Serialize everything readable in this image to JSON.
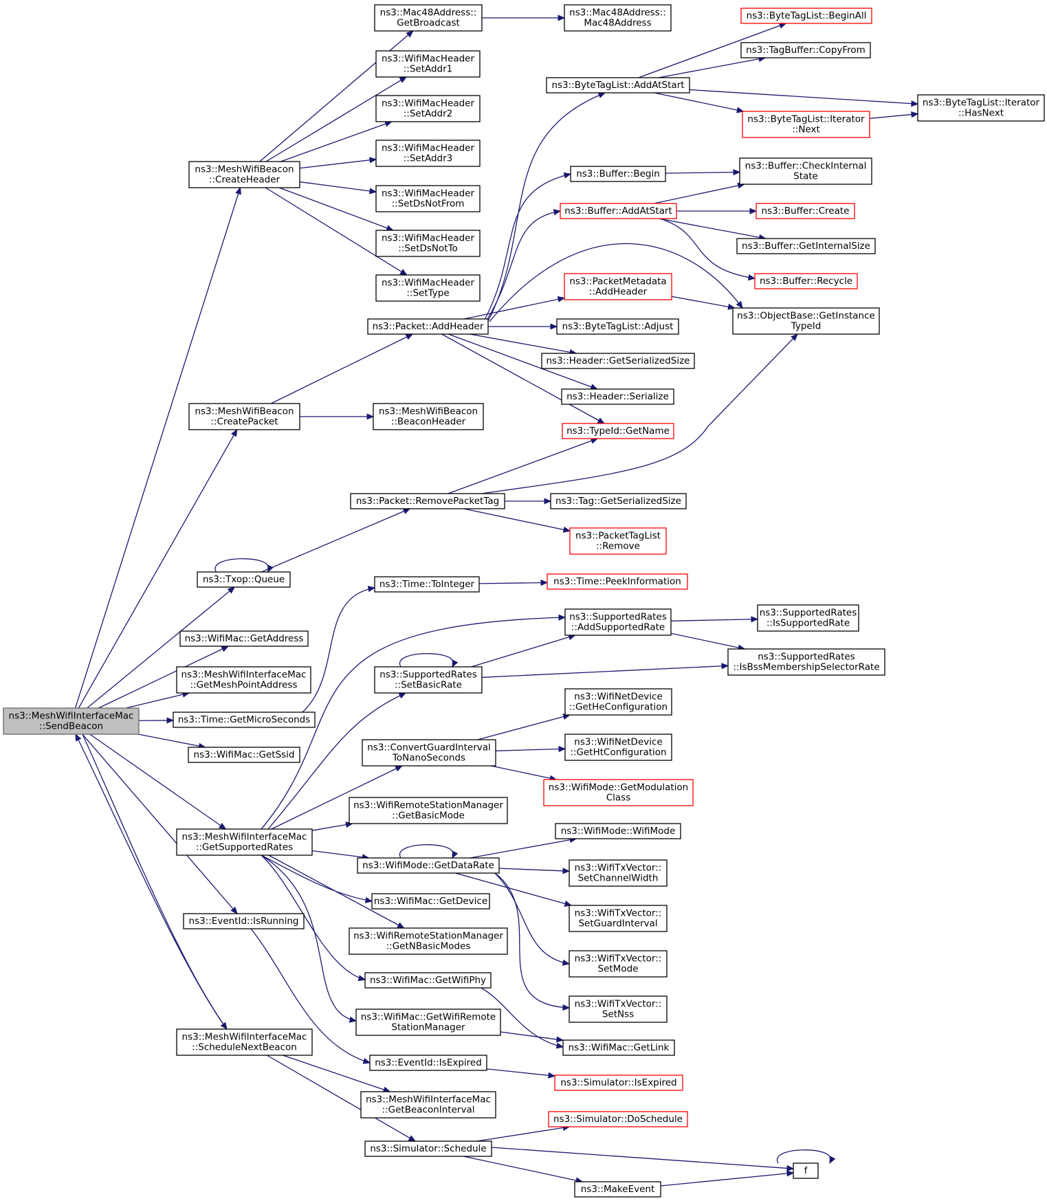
{
  "diagram": {
    "nodes": [
      {
        "id": "root",
        "lines": [
          "ns3::MeshWifiInterfaceMac",
          "::SendBeacon"
        ],
        "style": "root"
      },
      {
        "id": "createHeader",
        "lines": [
          "ns3::MeshWifiBeacon",
          "::CreateHeader"
        ],
        "style": "normal"
      },
      {
        "id": "getBroadcast",
        "lines": [
          "ns3::Mac48Address::",
          "GetBroadcast"
        ],
        "style": "normal"
      },
      {
        "id": "mac48Ctor",
        "lines": [
          "ns3::Mac48Address::",
          "Mac48Address"
        ],
        "style": "normal"
      },
      {
        "id": "setAddr1",
        "lines": [
          "ns3::WifiMacHeader",
          "::SetAddr1"
        ],
        "style": "normal"
      },
      {
        "id": "setAddr2",
        "lines": [
          "ns3::WifiMacHeader",
          "::SetAddr2"
        ],
        "style": "normal"
      },
      {
        "id": "setAddr3",
        "lines": [
          "ns3::WifiMacHeader",
          "::SetAddr3"
        ],
        "style": "normal"
      },
      {
        "id": "setDsNotFrom",
        "lines": [
          "ns3::WifiMacHeader",
          "::SetDsNotFrom"
        ],
        "style": "normal"
      },
      {
        "id": "setDsNotTo",
        "lines": [
          "ns3::WifiMacHeader",
          "::SetDsNotTo"
        ],
        "style": "normal"
      },
      {
        "id": "setType",
        "lines": [
          "ns3::WifiMacHeader",
          "::SetType"
        ],
        "style": "normal"
      },
      {
        "id": "createPacket",
        "lines": [
          "ns3::MeshWifiBeacon",
          "::CreatePacket"
        ],
        "style": "normal"
      },
      {
        "id": "beaconHeader",
        "lines": [
          "ns3::MeshWifiBeacon",
          "::BeaconHeader"
        ],
        "style": "normal"
      },
      {
        "id": "addHeader",
        "lines": [
          "ns3::Packet::AddHeader"
        ],
        "style": "normal"
      },
      {
        "id": "btlAddAtStart",
        "lines": [
          "ns3::ByteTagList::AddAtStart"
        ],
        "style": "normal"
      },
      {
        "id": "btlBeginAll",
        "lines": [
          "ns3::ByteTagList::BeginAll"
        ],
        "style": "red"
      },
      {
        "id": "tagBufferCopyFrom",
        "lines": [
          "ns3::TagBuffer::CopyFrom"
        ],
        "style": "normal"
      },
      {
        "id": "btlIterHasNext",
        "lines": [
          "ns3::ByteTagList::Iterator",
          "::HasNext"
        ],
        "style": "normal"
      },
      {
        "id": "btlIterNext",
        "lines": [
          "ns3::ByteTagList::Iterator",
          "::Next"
        ],
        "style": "red"
      },
      {
        "id": "bufferBegin",
        "lines": [
          "ns3::Buffer::Begin"
        ],
        "style": "normal"
      },
      {
        "id": "bufferCheckInternalState",
        "lines": [
          "ns3::Buffer::CheckInternal",
          "State"
        ],
        "style": "normal"
      },
      {
        "id": "bufferAddAtStart",
        "lines": [
          "ns3::Buffer::AddAtStart"
        ],
        "style": "red"
      },
      {
        "id": "bufferCreate",
        "lines": [
          "ns3::Buffer::Create"
        ],
        "style": "red"
      },
      {
        "id": "bufferGetInternalSize",
        "lines": [
          "ns3::Buffer::GetInternalSize"
        ],
        "style": "normal"
      },
      {
        "id": "bufferRecycle",
        "lines": [
          "ns3::Buffer::Recycle"
        ],
        "style": "red"
      },
      {
        "id": "pmAddHeader",
        "lines": [
          "ns3::PacketMetadata",
          "::AddHeader"
        ],
        "style": "red"
      },
      {
        "id": "objGetInstanceTypeId",
        "lines": [
          "ns3::ObjectBase::GetInstance",
          "TypeId"
        ],
        "style": "normal"
      },
      {
        "id": "btlAdjust",
        "lines": [
          "ns3::ByteTagList::Adjust"
        ],
        "style": "normal"
      },
      {
        "id": "headerGetSerializedSize",
        "lines": [
          "ns3::Header::GetSerializedSize"
        ],
        "style": "normal"
      },
      {
        "id": "headerSerialize",
        "lines": [
          "ns3::Header::Serialize"
        ],
        "style": "normal"
      },
      {
        "id": "typeIdGetName",
        "lines": [
          "ns3::TypeId::GetName"
        ],
        "style": "red"
      },
      {
        "id": "removePacketTag",
        "lines": [
          "ns3::Packet::RemovePacketTag"
        ],
        "style": "normal"
      },
      {
        "id": "tagGetSerializedSize",
        "lines": [
          "ns3::Tag::GetSerializedSize"
        ],
        "style": "normal"
      },
      {
        "id": "ptlRemove",
        "lines": [
          "ns3::PacketTagList",
          "::Remove"
        ],
        "style": "red"
      },
      {
        "id": "txopQueue",
        "lines": [
          "ns3::Txop::Queue"
        ],
        "style": "normal"
      },
      {
        "id": "timeToInteger",
        "lines": [
          "ns3::Time::ToInteger"
        ],
        "style": "normal"
      },
      {
        "id": "timePeekInformation",
        "lines": [
          "ns3::Time::PeekInformation"
        ],
        "style": "red"
      },
      {
        "id": "wifiMacGetAddress",
        "lines": [
          "ns3::WifiMac::GetAddress"
        ],
        "style": "normal"
      },
      {
        "id": "srAddSupportedRate",
        "lines": [
          "ns3::SupportedRates",
          "::AddSupportedRate"
        ],
        "style": "normal"
      },
      {
        "id": "srIsSupportedRate",
        "lines": [
          "ns3::SupportedRates",
          "::IsSupportedRate"
        ],
        "style": "normal"
      },
      {
        "id": "getMeshPointAddress",
        "lines": [
          "ns3::MeshWifiInterfaceMac",
          "::GetMeshPointAddress"
        ],
        "style": "normal"
      },
      {
        "id": "srSetBasicRate",
        "lines": [
          "ns3::SupportedRates",
          "::SetBasicRate"
        ],
        "style": "normal"
      },
      {
        "id": "srIsBssMembership",
        "lines": [
          "ns3::SupportedRates",
          "::IsBssMembershipSelectorRate"
        ],
        "style": "normal"
      },
      {
        "id": "timeGetMicroSeconds",
        "lines": [
          "ns3::Time::GetMicroSeconds"
        ],
        "style": "normal"
      },
      {
        "id": "wndGetHeConfiguration",
        "lines": [
          "ns3::WifiNetDevice",
          "::GetHeConfiguration"
        ],
        "style": "normal"
      },
      {
        "id": "convertGuardInterval",
        "lines": [
          "ns3::ConvertGuardInterval",
          "ToNanoSeconds"
        ],
        "style": "normal"
      },
      {
        "id": "wndGetHtConfiguration",
        "lines": [
          "ns3::WifiNetDevice",
          "::GetHtConfiguration"
        ],
        "style": "normal"
      },
      {
        "id": "wifiMacGetSsid",
        "lines": [
          "ns3::WifiMac::GetSsid"
        ],
        "style": "normal"
      },
      {
        "id": "wifiModeGetModulationClass",
        "lines": [
          "ns3::WifiMode::GetModulation",
          "Class"
        ],
        "style": "red"
      },
      {
        "id": "wrsmGetBasicMode",
        "lines": [
          "ns3::WifiRemoteStationManager",
          "::GetBasicMode"
        ],
        "style": "normal"
      },
      {
        "id": "wifiModeCtor",
        "lines": [
          "ns3::WifiMode::WifiMode"
        ],
        "style": "normal"
      },
      {
        "id": "getSupportedRates",
        "lines": [
          "ns3::MeshWifiInterfaceMac",
          "::GetSupportedRates"
        ],
        "style": "normal"
      },
      {
        "id": "wifiModeGetDataRate",
        "lines": [
          "ns3::WifiMode::GetDataRate"
        ],
        "style": "normal"
      },
      {
        "id": "txvSetChannelWidth",
        "lines": [
          "ns3::WifiTxVector::",
          "SetChannelWidth"
        ],
        "style": "normal"
      },
      {
        "id": "wifiMacGetDevice",
        "lines": [
          "ns3::WifiMac::GetDevice"
        ],
        "style": "normal"
      },
      {
        "id": "txvSetGuardInterval",
        "lines": [
          "ns3::WifiTxVector::",
          "SetGuardInterval"
        ],
        "style": "normal"
      },
      {
        "id": "eventIdIsRunning",
        "lines": [
          "ns3::EventId::IsRunning"
        ],
        "style": "normal"
      },
      {
        "id": "wrsmGetNBasicModes",
        "lines": [
          "ns3::WifiRemoteStationManager",
          "::GetNBasicModes"
        ],
        "style": "normal"
      },
      {
        "id": "txvSetMode",
        "lines": [
          "ns3::WifiTxVector::",
          "SetMode"
        ],
        "style": "normal"
      },
      {
        "id": "wifiMacGetWifiPhy",
        "lines": [
          "ns3::WifiMac::GetWifiPhy"
        ],
        "style": "normal"
      },
      {
        "id": "txvSetNss",
        "lines": [
          "ns3::WifiTxVector::",
          "SetNss"
        ],
        "style": "normal"
      },
      {
        "id": "wifiMacGetWifiRsm",
        "lines": [
          "ns3::WifiMac::GetWifiRemote",
          "StationManager"
        ],
        "style": "normal"
      },
      {
        "id": "wifiMacGetLink",
        "lines": [
          "ns3::WifiMac::GetLink"
        ],
        "style": "normal"
      },
      {
        "id": "scheduleNextBeacon",
        "lines": [
          "ns3::MeshWifiInterfaceMac",
          "::ScheduleNextBeacon"
        ],
        "style": "normal"
      },
      {
        "id": "eventIdIsExpired",
        "lines": [
          "ns3::EventId::IsExpired"
        ],
        "style": "normal"
      },
      {
        "id": "simIsExpired",
        "lines": [
          "ns3::Simulator::IsExpired"
        ],
        "style": "red"
      },
      {
        "id": "getBeaconInterval",
        "lines": [
          "ns3::MeshWifiInterfaceMac",
          "::GetBeaconInterval"
        ],
        "style": "normal"
      },
      {
        "id": "simDoSchedule",
        "lines": [
          "ns3::Simulator::DoSchedule"
        ],
        "style": "red"
      },
      {
        "id": "simSchedule",
        "lines": [
          "ns3::Simulator::Schedule"
        ],
        "style": "normal"
      },
      {
        "id": "f",
        "lines": [
          "f"
        ],
        "style": "normal"
      },
      {
        "id": "makeEvent",
        "lines": [
          "ns3::MakeEvent"
        ],
        "style": "normal"
      }
    ],
    "edges": [
      [
        "root",
        "createHeader"
      ],
      [
        "root",
        "createPacket"
      ],
      [
        "root",
        "txopQueue"
      ],
      [
        "root",
        "wifiMacGetAddress"
      ],
      [
        "root",
        "getMeshPointAddress"
      ],
      [
        "root",
        "timeGetMicroSeconds"
      ],
      [
        "root",
        "wifiMacGetSsid"
      ],
      [
        "root",
        "getSupportedRates"
      ],
      [
        "root",
        "eventIdIsRunning"
      ],
      [
        "root",
        "scheduleNextBeacon"
      ],
      [
        "createHeader",
        "getBroadcast"
      ],
      [
        "createHeader",
        "setAddr1"
      ],
      [
        "createHeader",
        "setAddr2"
      ],
      [
        "createHeader",
        "setAddr3"
      ],
      [
        "createHeader",
        "setDsNotFrom"
      ],
      [
        "createHeader",
        "setDsNotTo"
      ],
      [
        "createHeader",
        "setType"
      ],
      [
        "getBroadcast",
        "mac48Ctor"
      ],
      [
        "createPacket",
        "addHeader"
      ],
      [
        "createPacket",
        "beaconHeader"
      ],
      [
        "addHeader",
        "btlAddAtStart"
      ],
      [
        "addHeader",
        "bufferBegin"
      ],
      [
        "addHeader",
        "bufferAddAtStart"
      ],
      [
        "addHeader",
        "pmAddHeader"
      ],
      [
        "addHeader",
        "objGetInstanceTypeId"
      ],
      [
        "addHeader",
        "btlAdjust"
      ],
      [
        "addHeader",
        "headerGetSerializedSize"
      ],
      [
        "addHeader",
        "headerSerialize"
      ],
      [
        "addHeader",
        "typeIdGetName"
      ],
      [
        "btlAddAtStart",
        "btlBeginAll"
      ],
      [
        "btlAddAtStart",
        "tagBufferCopyFrom"
      ],
      [
        "btlAddAtStart",
        "btlIterHasNext"
      ],
      [
        "btlAddAtStart",
        "btlIterNext"
      ],
      [
        "btlIterNext",
        "btlIterHasNext"
      ],
      [
        "bufferBegin",
        "bufferCheckInternalState"
      ],
      [
        "bufferAddAtStart",
        "bufferCheckInternalState"
      ],
      [
        "bufferAddAtStart",
        "bufferCreate"
      ],
      [
        "bufferAddAtStart",
        "bufferGetInternalSize"
      ],
      [
        "bufferAddAtStart",
        "bufferRecycle"
      ],
      [
        "pmAddHeader",
        "objGetInstanceTypeId"
      ],
      [
        "txopQueue",
        "removePacketTag"
      ],
      [
        "txopQueue",
        "txopQueue"
      ],
      [
        "removePacketTag",
        "typeIdGetName"
      ],
      [
        "removePacketTag",
        "objGetInstanceTypeId"
      ],
      [
        "removePacketTag",
        "tagGetSerializedSize"
      ],
      [
        "removePacketTag",
        "ptlRemove"
      ],
      [
        "timeGetMicroSeconds",
        "timeToInteger"
      ],
      [
        "timeToInteger",
        "timePeekInformation"
      ],
      [
        "getSupportedRates",
        "srAddSupportedRate"
      ],
      [
        "getSupportedRates",
        "srSetBasicRate"
      ],
      [
        "getSupportedRates",
        "convertGuardInterval"
      ],
      [
        "getSupportedRates",
        "wrsmGetBasicMode"
      ],
      [
        "getSupportedRates",
        "wifiModeGetDataRate"
      ],
      [
        "getSupportedRates",
        "wifiMacGetDevice"
      ],
      [
        "getSupportedRates",
        "wrsmGetNBasicModes"
      ],
      [
        "getSupportedRates",
        "wifiMacGetWifiPhy"
      ],
      [
        "getSupportedRates",
        "wifiMacGetWifiRsm"
      ],
      [
        "srAddSupportedRate",
        "srIsSupportedRate"
      ],
      [
        "srAddSupportedRate",
        "srIsBssMembership"
      ],
      [
        "srSetBasicRate",
        "srAddSupportedRate"
      ],
      [
        "srSetBasicRate",
        "srIsBssMembership"
      ],
      [
        "srSetBasicRate",
        "srSetBasicRate"
      ],
      [
        "convertGuardInterval",
        "wndGetHeConfiguration"
      ],
      [
        "convertGuardInterval",
        "wndGetHtConfiguration"
      ],
      [
        "convertGuardInterval",
        "wifiModeGetModulationClass"
      ],
      [
        "wifiModeGetDataRate",
        "wifiModeCtor"
      ],
      [
        "wifiModeGetDataRate",
        "txvSetChannelWidth"
      ],
      [
        "wifiModeGetDataRate",
        "txvSetGuardInterval"
      ],
      [
        "wifiModeGetDataRate",
        "txvSetMode"
      ],
      [
        "wifiModeGetDataRate",
        "txvSetNss"
      ],
      [
        "wifiModeGetDataRate",
        "wifiModeGetDataRate"
      ],
      [
        "wifiMacGetWifiPhy",
        "wifiMacGetLink"
      ],
      [
        "wifiMacGetWifiRsm",
        "wifiMacGetLink"
      ],
      [
        "eventIdIsRunning",
        "eventIdIsExpired"
      ],
      [
        "eventIdIsExpired",
        "simIsExpired"
      ],
      [
        "scheduleNextBeacon",
        "root"
      ],
      [
        "scheduleNextBeacon",
        "getBeaconInterval"
      ],
      [
        "scheduleNextBeacon",
        "simSchedule"
      ],
      [
        "simSchedule",
        "simDoSchedule"
      ],
      [
        "simSchedule",
        "f"
      ],
      [
        "simSchedule",
        "makeEvent"
      ],
      [
        "makeEvent",
        "f"
      ],
      [
        "f",
        "f"
      ]
    ]
  }
}
